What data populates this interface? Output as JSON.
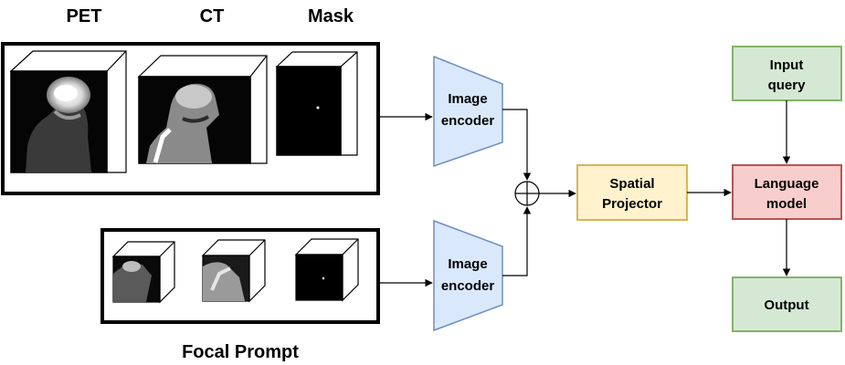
{
  "column_labels": {
    "pet": "PET",
    "ct": "CT",
    "mask": "Mask"
  },
  "focal_prompt_label": "Focal Prompt",
  "encoder_top": {
    "line1": "Image",
    "line2": "encoder"
  },
  "encoder_bottom": {
    "line1": "Image",
    "line2": "encoder"
  },
  "spatial_projector": {
    "line1": "Spatial",
    "line2": "Projector"
  },
  "input_query": {
    "line1": "Input",
    "line2": "query"
  },
  "language_model": {
    "line1": "Language",
    "line2": "model"
  },
  "output": {
    "label": "Output"
  },
  "colors": {
    "encoder_fill": "#dae8fc",
    "encoder_stroke": "#6c8ebf",
    "projector_fill": "#fff2cc",
    "projector_stroke": "#d6b656",
    "query_fill": "#d5e8d4",
    "query_stroke": "#82b366",
    "lm_fill": "#f8cecc",
    "lm_stroke": "#b85450"
  }
}
